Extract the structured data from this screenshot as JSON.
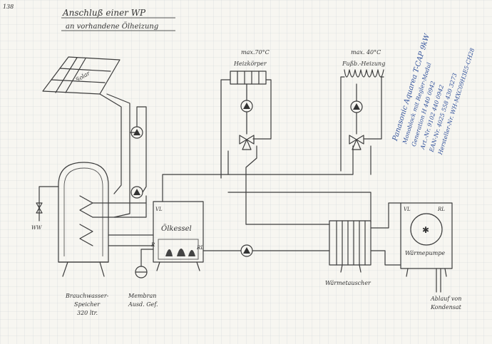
{
  "title": {
    "line1": "Anschluß einer WP",
    "line2": "an vorhandene Ölheizung"
  },
  "labels": {
    "solar": "Solar",
    "radiator_temp": "max.70°C",
    "radiator": "Heizkörper",
    "floor_temp": "max. 40°C",
    "floor": "Fußb.-Heizung",
    "boiler_vl": "VL",
    "boiler": "Ölkessel",
    "boiler_r": "R",
    "boiler_rl": "RL",
    "ww": "WW",
    "hp_vl": "VL",
    "hp_rl": "RL",
    "heatpump": "Wärmepumpe",
    "exchanger": "Wärmetauscher",
    "storage1": "Brauchwasser-",
    "storage2": "Speicher",
    "storage3": "320 ltr.",
    "membrane1": "Membran",
    "membrane2": "Ausd. Gef.",
    "drain1": "Ablauf von",
    "drain2": "Kondensat",
    "corner": "138"
  },
  "notes": [
    "Panasonic Aquarea T-CAP 9kW",
    "Monoblock mit Regler-Modul",
    "Generation H 440 0942",
    "Art.-Nr. 9102 440 0942",
    "EAN-Nr. 4025 558 430 3273",
    "Hersteller-Nr. WH-MXC09H3E5-CH28"
  ]
}
